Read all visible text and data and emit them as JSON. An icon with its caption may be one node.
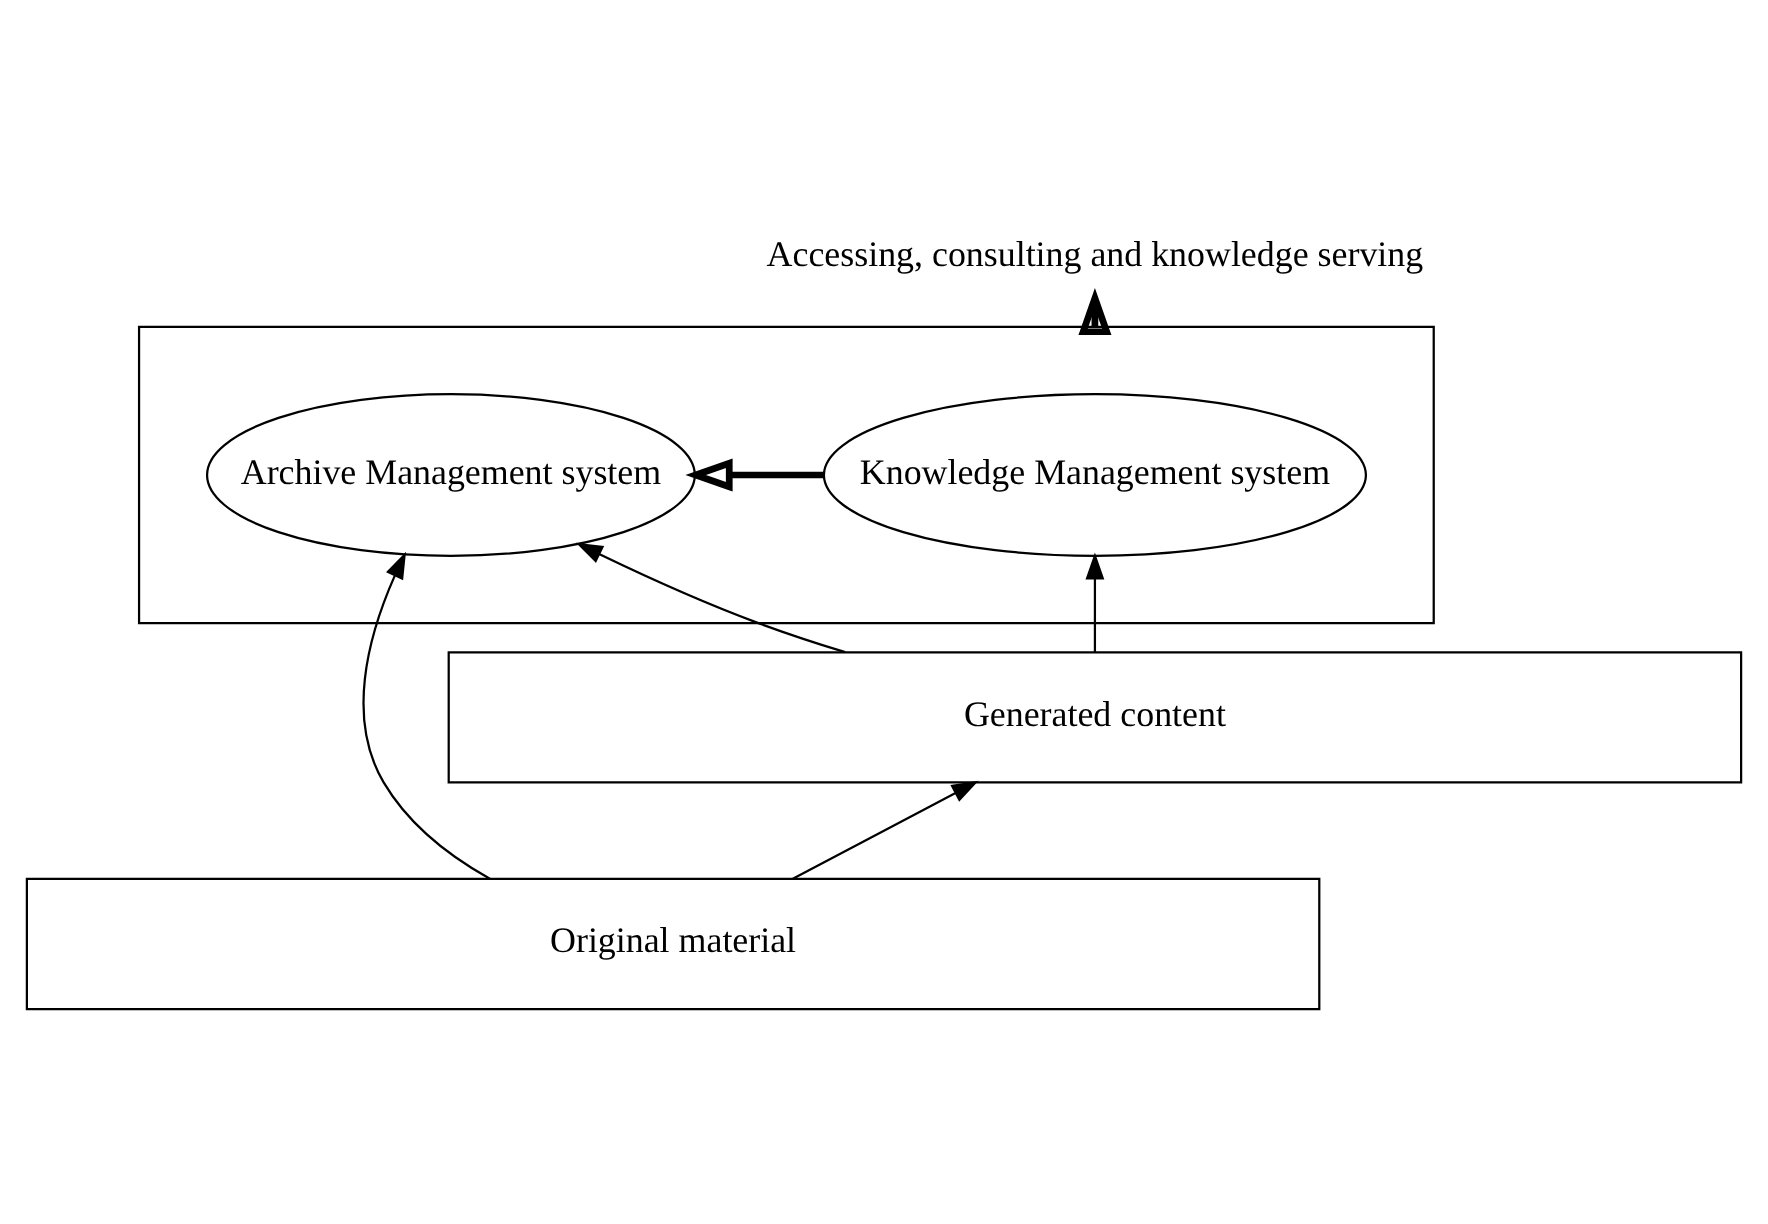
{
  "diagram": {
    "nodes": [
      {
        "text": [],
        "shape": "box"
      },
      {
        "text": [
          "Knowledge Management system"
        ],
        "in": 0
      },
      {
        "text": [
          "Archive Management system"
        ],
        "in": 0
      },
      {
        "text": [
          "Generated content"
        ]
      },
      {
        "text": [
          "Original material"
        ]
      },
      {
        "text": [
          "Accessing, consulting and knowledge serving"
        ]
      }
    ],
    "edges": [
      {
        "from": 0,
        "to": 5,
        "arrow": "to",
        "style": "thick"
      },
      {
        "from": 1,
        "to": 2,
        "arrow": "to",
        "style": "thick"
      },
      {
        "from": 3,
        "to": 1,
        "arrow": "to"
      },
      {
        "from": 3,
        "to": 2,
        "arrow": "to"
      },
      {
        "from": 4,
        "to": 3,
        "arrow": "to"
      },
      {
        "from": 4,
        "to": 2,
        "arrow": "to"
      }
    ]
  }
}
